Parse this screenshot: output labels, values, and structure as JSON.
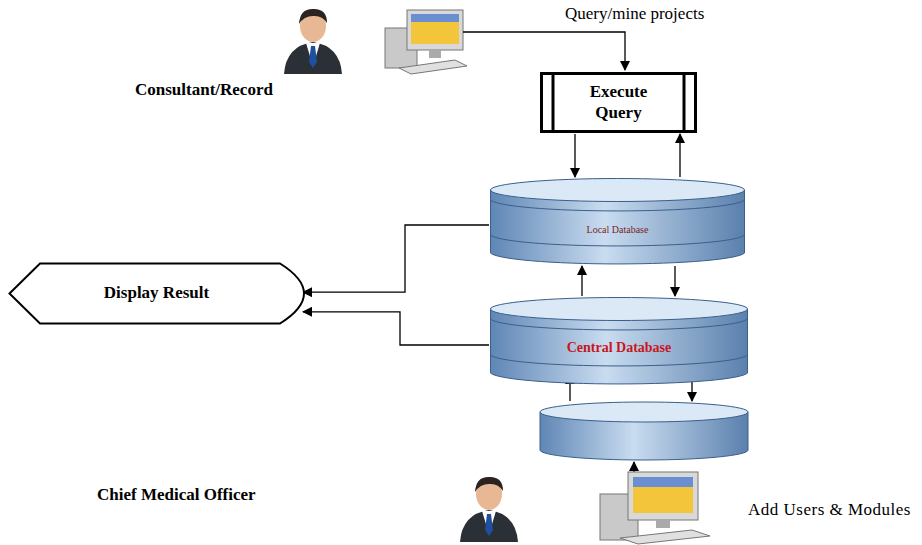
{
  "diagram": {
    "nodes": [
      {
        "text": [
          "Execute Query"
        ]
      },
      {
        "text": [
          "Local Database"
        ]
      },
      {
        "text": [
          "Central Database"
        ]
      },
      {
        "text": [
          "Display Result"
        ]
      }
    ],
    "edges": [
      {
        "from": 0,
        "to": 1,
        "arrow": "to"
      },
      {
        "from": 1,
        "to": 0,
        "arrow": "to"
      },
      {
        "from": 1,
        "to": 2,
        "arrow": "to"
      },
      {
        "from": 2,
        "to": 1,
        "arrow": "to"
      },
      {
        "from": 1,
        "to": 3,
        "arrow": "to"
      },
      {
        "from": 2,
        "to": 3,
        "arrow": "to"
      }
    ],
    "labels": [
      "Consultant/Record",
      "Query/mine projects",
      "Chief Medical Officer",
      "Add Users & Modules"
    ]
  }
}
